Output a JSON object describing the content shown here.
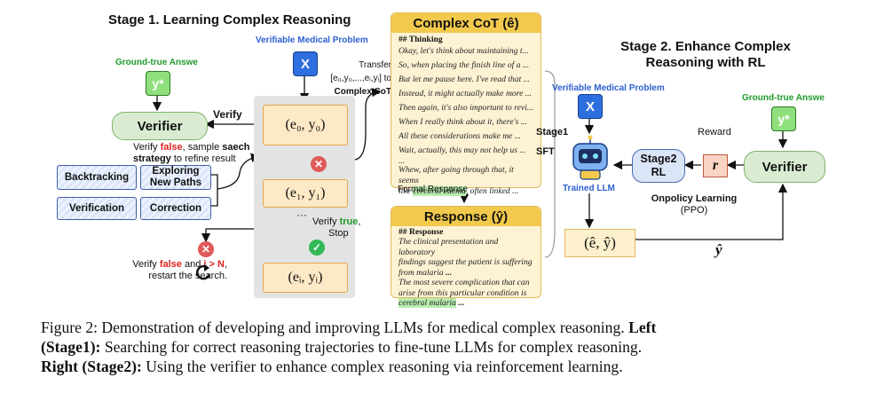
{
  "stage1": {
    "title": "Stage 1. Learning Complex Reasoning",
    "problem_label": "Verifiable Medical Problem",
    "x_label": "X",
    "ground_truth_label": "Ground-true Answe",
    "y_label": "y*",
    "verifier_label": "Verifier",
    "verify_label": "Verify",
    "verify_false_prefix": "Verify ",
    "verify_false_word": "false",
    "verify_false_mid": ", sample ",
    "verify_false_bold1": "saech",
    "verify_false_bold2": "strategy",
    "verify_false_suffix": " to refine result",
    "strategies": [
      "Backtracking",
      "Exploring New Paths",
      "Verification",
      "Correction"
    ],
    "steps": [
      "(e₀, y₀)",
      "(e₁, y₁)",
      "(eᵢ, yᵢ)"
    ],
    "dots": "···",
    "verify_true_prefix": "Verify ",
    "verify_true_word": "true",
    "verify_true_suffix": ",",
    "stop_label": "Stop",
    "restart_prefix": "Verify ",
    "restart_false": "false",
    "restart_and": " and ",
    "restart_cond": "i > N",
    "restart_suffix": ",",
    "restart_line2": "restart the search.",
    "transfer_line1": "Transfer",
    "transfer_line2": "[e₀,y₀,...,eᵢ,yᵢ] to",
    "transfer_line3": "Complex CoT"
  },
  "cot": {
    "title": "Complex CoT (ê)",
    "heading": "## Thinking",
    "lines": [
      "Okay, let's think about maintaining t...",
      "So, when placing the finish line of a ...",
      "But let me pause here. I've read that ...",
      "Instead, it might actually make more ...",
      "Then again, it's also important to revi...",
      "When I really think about it, there's ...",
      "All these considerations make me ...",
      "Wait, actually, this may not help us ...",
      "..."
    ],
    "final_line1": "Whew, after going through that, it seems",
    "final_prefix": "like ",
    "final_highlight": "cerebral edema",
    "final_suffix": ", often linked ...",
    "formal_label": "Formal Response"
  },
  "response": {
    "title": "Response (ŷ)",
    "heading": "## Response",
    "line1": "The clinical presentation and laboratory",
    "line2": "findings suggest the patient is suffering",
    "line3_prefix": "from malaria ",
    "line3_bold": "...",
    "line4": "The most severe complication that can",
    "line5": "arise from this particular condition is",
    "line6_highlight": "cerebral malaria",
    "line6_bold": " ..."
  },
  "stage2": {
    "title_line1": "Stage 2. Enhance Complex",
    "title_line2": "Reasoning with RL",
    "problem_label": "Verifiable Medical Problem",
    "x_label": "X",
    "ground_truth_label": "Ground-true Answe",
    "y_label": "y*",
    "stage1_sft_1": "Stage1",
    "stage1_sft_2": "SFT",
    "trained_llm": "Trained LLM",
    "stage2rl_line1": "Stage2",
    "stage2rl_line2": "RL",
    "reward_label": "Reward",
    "r_label": "r",
    "verifier_label": "Verifier",
    "onpolicy_line1": "Onpolicy Learning",
    "onpolicy_line2": "(PPO)",
    "ehat_label": "(ê, ŷ)",
    "yhat_label": "ŷ"
  },
  "caption": {
    "line1_prefix": "Figure 2: Demonstration of developing and improving LLMs for medical complex reasoning. ",
    "line1_bold": "Left",
    "line2_bold": "(Stage1):",
    "line2_text": " Searching for correct reasoning trajectories to fine-tune LLMs for complex reasoning.",
    "line3_bold": "Right (Stage2):",
    "line3_text": " Using the verifier to enhance complex reasoning via reinforcement learning."
  },
  "colors": {
    "blue": "#2e6fe0",
    "green": "#8fe07c",
    "orange": "#e1a84a",
    "gold": "#f2c94c",
    "red": "#e05a5a"
  }
}
